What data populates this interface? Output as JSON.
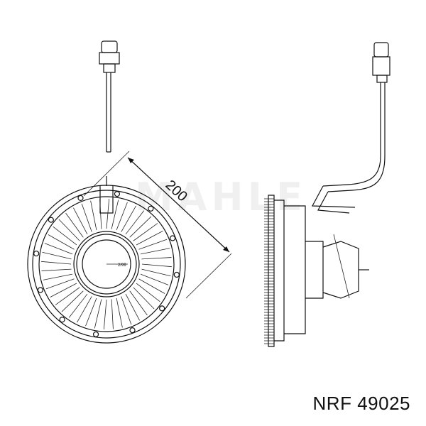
{
  "diagram": {
    "dimension_label": "200",
    "small_label": "2/99"
  },
  "part_label": "NRF 49025",
  "watermark": "MAHLE"
}
